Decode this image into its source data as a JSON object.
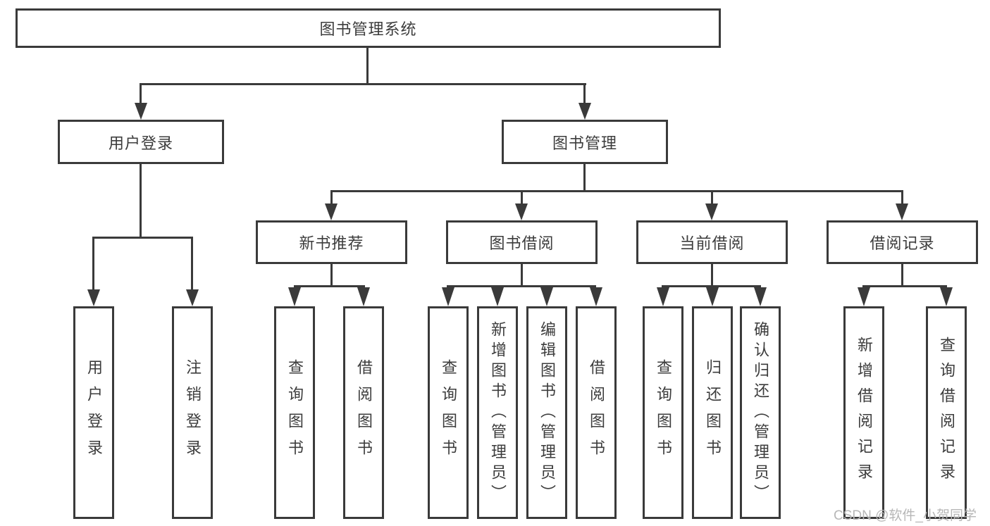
{
  "tree": {
    "root": "图书管理系统",
    "user_login": {
      "label": "用户登录",
      "children": [
        "用户登录",
        "注销登录"
      ]
    },
    "book_mgmt": {
      "label": "图书管理",
      "sections": {
        "new_books": {
          "label": "新书推荐",
          "children": [
            "查询图书",
            "借阅图书"
          ]
        },
        "book_borrow": {
          "label": "图书借阅",
          "children": [
            "查询图书",
            "新增图书（管理员）",
            "编辑图书（管理员）",
            "借阅图书"
          ]
        },
        "current_borrow": {
          "label": "当前借阅",
          "children": [
            "查询图书",
            "归还图书",
            "确认归还（管理员）"
          ]
        },
        "borrow_records": {
          "label": "借阅记录",
          "children": [
            "新增借阅记录",
            "查询借阅记录"
          ]
        }
      }
    }
  },
  "watermark": {
    "text": "CSDN @软件_小贺同学"
  },
  "colors": {
    "line": "#3a3a3a",
    "text": "#3c3c3c",
    "watermark": "#b7b7b7",
    "background": "#ffffff"
  }
}
